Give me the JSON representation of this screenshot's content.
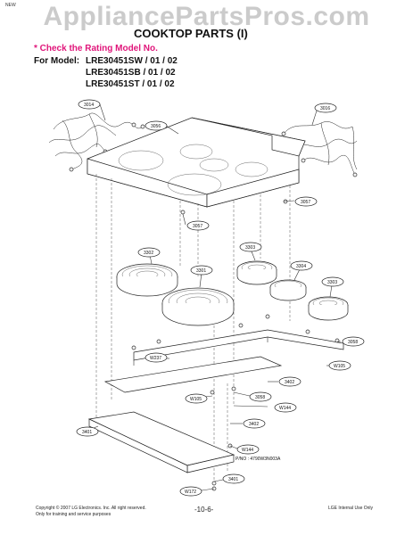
{
  "watermark": "AppliancePartsPros.com",
  "corner_mark": "NEW",
  "title": "COOKTOP PARTS (I)",
  "note": "* Check the Rating Model No.",
  "model_label": "For Model:",
  "models": [
    "LRE30451SW / 01 / 02",
    "LRE30451SB / 01 / 02",
    "LRE30451ST / 01 / 02"
  ],
  "callouts": {
    "c3014": "3014",
    "c3016": "3016",
    "c3056": "3056",
    "c3057a": "3057",
    "c3057b": "3057",
    "c3302": "3302",
    "c3303a": "3303",
    "c3301": "3301",
    "c3304": "3304",
    "c3303b": "3303",
    "c3058a": "3058",
    "w237": "W237",
    "w105a": "W105",
    "c3402a": "3402",
    "c3058b": "3058",
    "w105b": "W105",
    "w144a": "W144",
    "c3402b": "3402",
    "c3401a": "3401",
    "w144b": "W144",
    "c3401b": "3401",
    "w172": "W172"
  },
  "pno": "P/NO : 4790W3N003A",
  "footer": {
    "copyright": "Copyright © 2007 LG Electronics. Inc. All right reserved.",
    "training": "Only for training and service purposes",
    "page": "-10-6-",
    "internal": "LGE Internal Use Only"
  }
}
